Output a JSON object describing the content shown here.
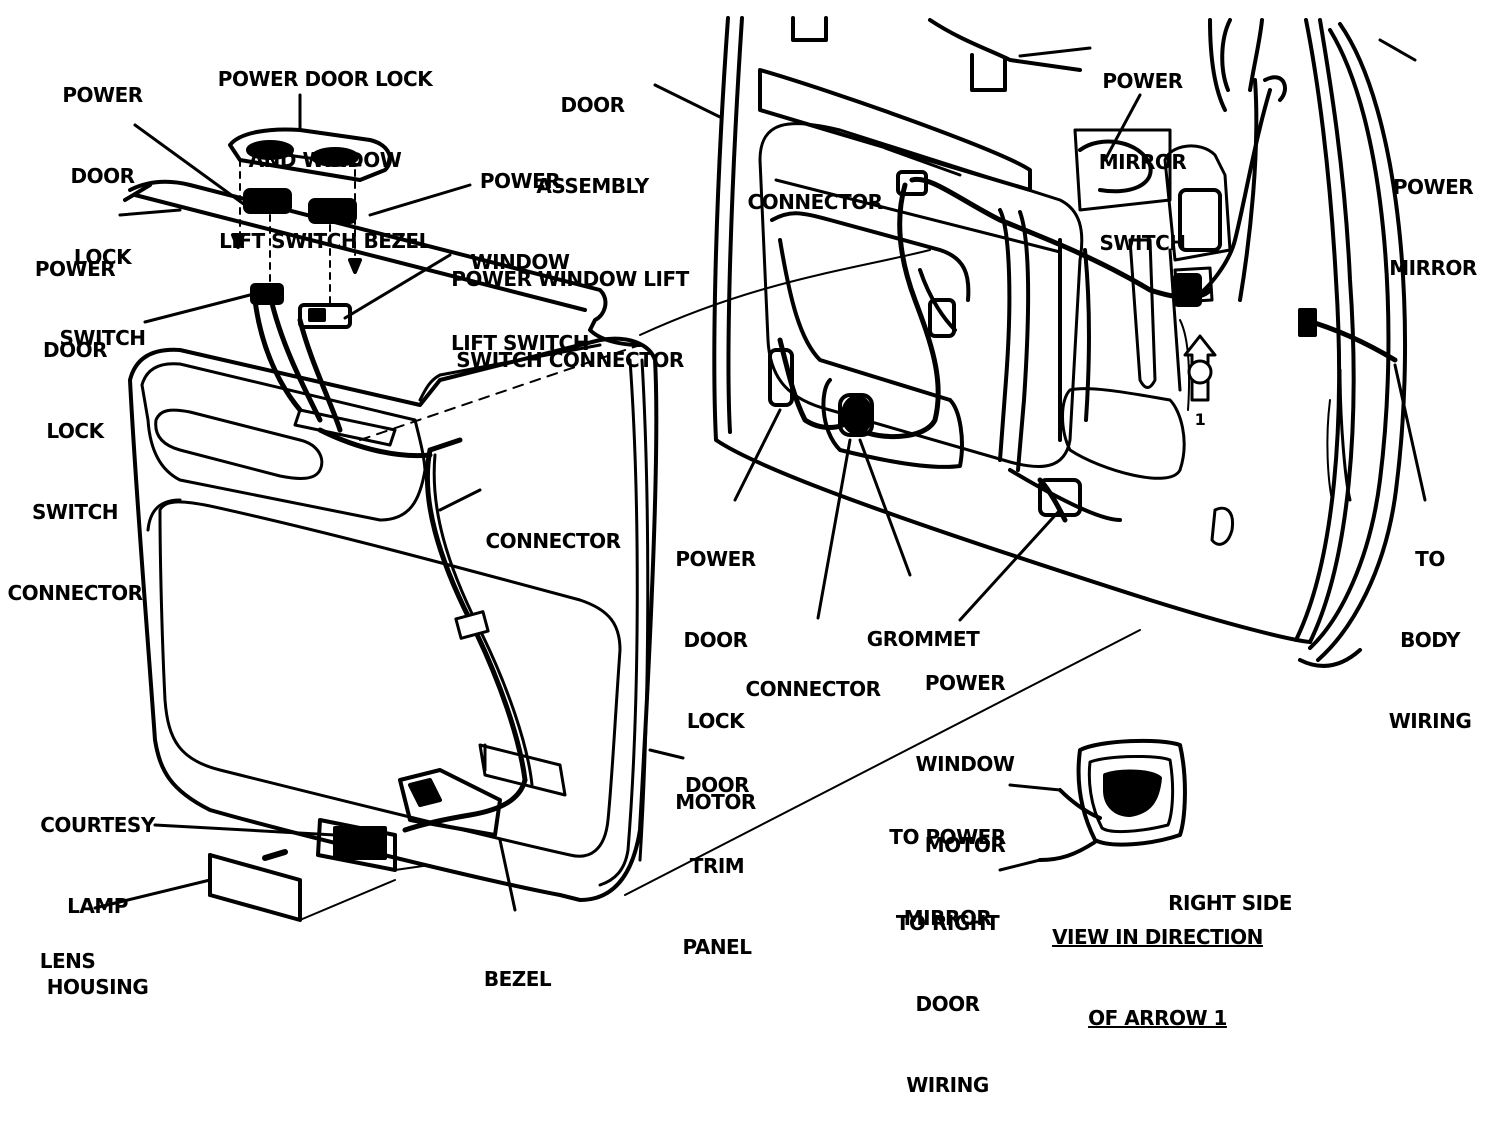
{
  "labels": {
    "power_door_lock_switch": [
      "POWER",
      "DOOR",
      "LOCK",
      "SWITCH"
    ],
    "switch_bezel": [
      "POWER DOOR LOCK",
      "AND WINDOW",
      "LIFT SWITCH BEZEL"
    ],
    "door_assembly": [
      "DOOR",
      "ASSEMBLY"
    ],
    "power_mirror_switch": [
      "POWER",
      "MIRROR",
      "SWITCH"
    ],
    "power_mirror": [
      "POWER",
      "MIRROR"
    ],
    "power_window_lift_switch": [
      "POWER",
      "WINDOW",
      "LIFT SWITCH"
    ],
    "power_window_lift_switch_connector": [
      "POWER WINDOW LIFT",
      "SWITCH CONNECTOR"
    ],
    "connector_top": [
      "CONNECTOR"
    ],
    "power_door_lock_switch_connector": [
      "POWER",
      "DOOR",
      "LOCK",
      "SWITCH",
      "CONNECTOR"
    ],
    "connector_mid": [
      "CONNECTOR"
    ],
    "power_door_lock_motor": [
      "POWER",
      "DOOR",
      "LOCK",
      "MOTOR"
    ],
    "grommet": [
      "GROMMET"
    ],
    "connector_low": [
      "CONNECTOR"
    ],
    "power_window_motor": [
      "POWER",
      "WINDOW",
      "MOTOR"
    ],
    "to_body_wiring": [
      "TO",
      "BODY",
      "WIRING"
    ],
    "door_trim_panel": [
      "DOOR",
      "TRIM",
      "PANEL"
    ],
    "courtesy_lamp_housing": [
      "COURTESY",
      "LAMP",
      "HOUSING"
    ],
    "lens": [
      "LENS"
    ],
    "bezel": [
      "BEZEL"
    ],
    "to_power_mirror": [
      "TO POWER",
      "MIRROR"
    ],
    "to_right_door_wiring": [
      "TO RIGHT",
      "DOOR",
      "WIRING"
    ],
    "right_side": [
      "RIGHT SIDE"
    ],
    "view_direction": [
      "VIEW IN DIRECTION",
      "OF ARROW 1"
    ],
    "arrow_marker": "1"
  }
}
